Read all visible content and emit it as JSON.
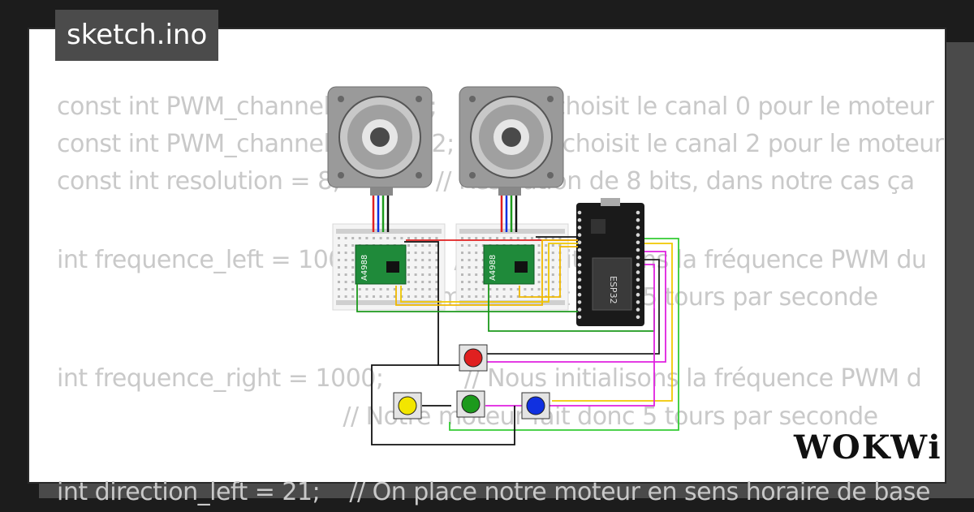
{
  "project": {
    "title": "sketch.ino"
  },
  "brand": {
    "logo_text": "WOKWi"
  },
  "code_lines": [
    "const int PWM_channel_left = 0;       // On choisit le canal 0 pour le moteur",
    "const int PWM_channel_right = 2;      // On choisit le canal 2 pour le moteur",
    "const int resolution = 8;             // Résolution de 8 bits, dans notre cas ça",
    "",
    "int frequence_left = 1000;            // Nous initialisons la fréquence PWM du",
    "                                       // Notre moteur fait donc 5 tours par seconde",
    "",
    "int frequence_right = 1000;           // Nous initialisons la fréquence PWM d",
    "                                       // Notre moteur fait donc 5 tours par seconde",
    "",
    "int direction_left = 21;    // On place notre moteur en sens horaire de base"
  ],
  "components": {
    "driver_label": "A4988",
    "mcu_label": "ESP32"
  },
  "buttons": [
    {
      "color": "#e02020",
      "name": "red"
    },
    {
      "color": "#f2e600",
      "name": "yellow"
    },
    {
      "color": "#1c9a1c",
      "name": "green"
    },
    {
      "color": "#1030e0",
      "name": "blue"
    }
  ],
  "colors": {
    "background": "#1c1c1c",
    "card": "#ffffff",
    "code_text": "#c9c9c9",
    "title_tab": "#4b4b4b"
  }
}
